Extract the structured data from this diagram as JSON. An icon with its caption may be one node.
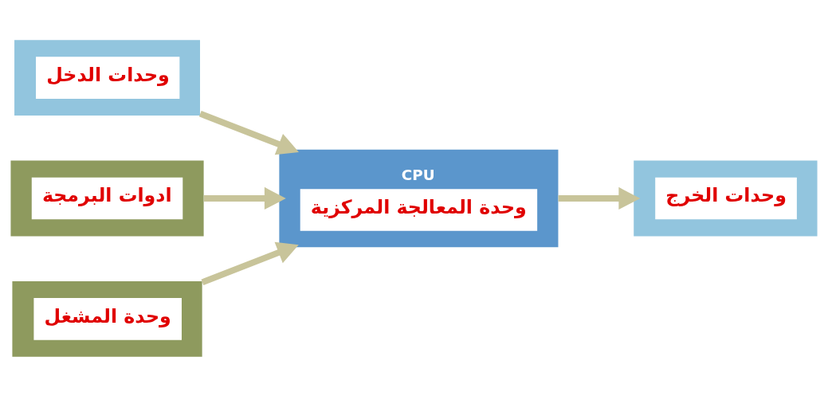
{
  "diagram": {
    "nodes": [
      {
        "text": [
          "وحدات الدخل"
        ]
      },
      {
        "text": [
          "CPU",
          "وحدة المعالجة المركزية"
        ]
      },
      {
        "text": [
          "وحدات الخرج"
        ]
      },
      {
        "text": [
          "ادوات البرمجة"
        ]
      },
      {
        "text": [
          "وحدة المشغل"
        ]
      }
    ],
    "edges": [
      {
        "from": 0,
        "to": 1,
        "arrow": "to"
      },
      {
        "from": 1,
        "to": 2,
        "arrow": "to"
      },
      {
        "from": 3,
        "to": 1,
        "arrow": "to"
      },
      {
        "from": 4,
        "to": 1,
        "arrow": "to"
      }
    ]
  }
}
